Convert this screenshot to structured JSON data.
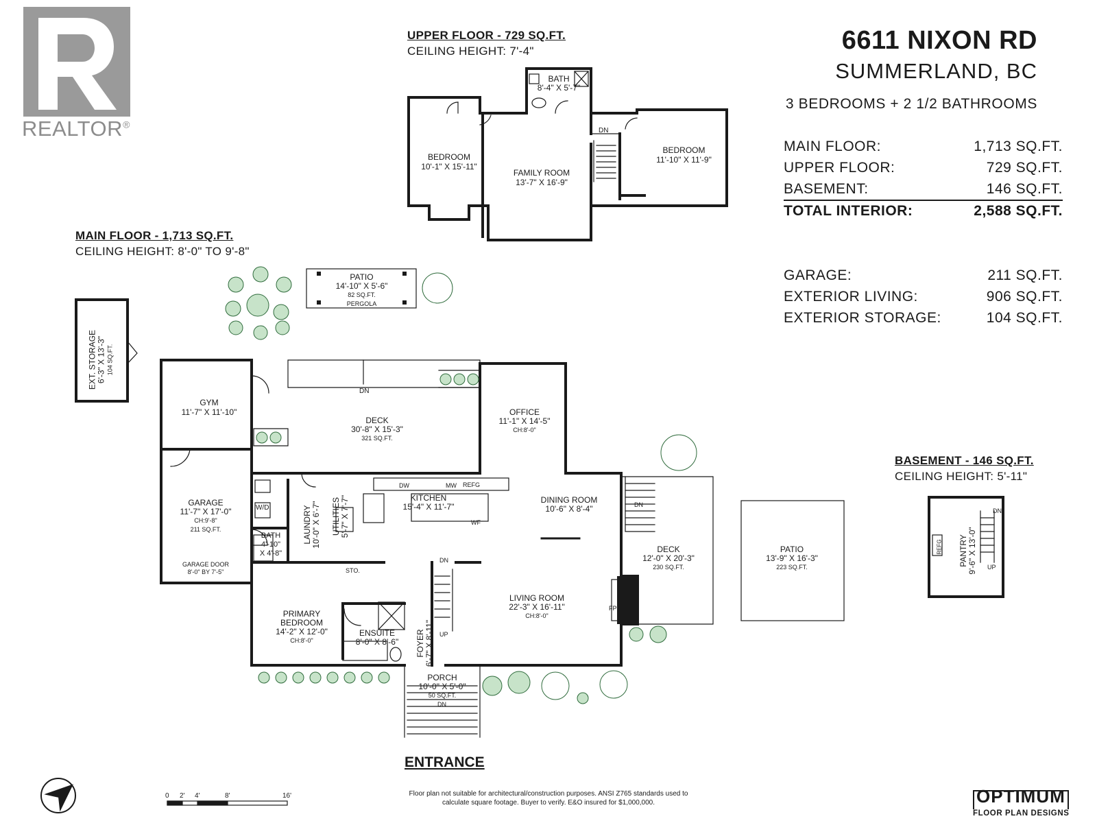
{
  "logo": {
    "text": "REALTOR",
    "mark": "®",
    "icon": "realtor-r-icon",
    "color": "#9a9a9a"
  },
  "address": {
    "line1": "6611 NIXON RD",
    "line2": "SUMMERLAND, BC",
    "line3": "3 BEDROOMS + 2 1/2 BATHROOMS"
  },
  "areas": {
    "interior": [
      {
        "label": "MAIN FLOOR:",
        "value": "1,713 SQ.FT."
      },
      {
        "label": "UPPER FLOOR:",
        "value": "729 SQ.FT."
      },
      {
        "label": "BASEMENT:",
        "value": "146 SQ.FT."
      }
    ],
    "total": {
      "label": "TOTAL INTERIOR:",
      "value": "2,588 SQ.FT."
    },
    "exterior": [
      {
        "label": "GARAGE:",
        "value": "211 SQ.FT."
      },
      {
        "label": "EXTERIOR LIVING:",
        "value": "906 SQ.FT."
      },
      {
        "label": "EXTERIOR STORAGE:",
        "value": "104 SQ.FT."
      }
    ]
  },
  "floors": {
    "upper": {
      "title": "UPPER FLOOR - 729 SQ.FT.",
      "ceiling": "CEILING HEIGHT: 7'-4\""
    },
    "main": {
      "title": "MAIN FLOOR - 1,713 SQ.FT.",
      "ceiling": "CEILING HEIGHT: 8'-0\" TO 9'-8\""
    },
    "basement": {
      "title": "BASEMENT - 146 SQ.FT.",
      "ceiling": "CEILING HEIGHT: 5'-11\""
    }
  },
  "rooms": {
    "upper_bath": [
      "BATH",
      "8'-4\" X 5'-7\""
    ],
    "upper_bedroom_left": [
      "BEDROOM",
      "10'-1\" X 15'-11\""
    ],
    "family_room": [
      "FAMILY ROOM",
      "13'-7\" X 16'-9\""
    ],
    "upper_bedroom_right": [
      "BEDROOM",
      "11'-10\" X 11'-9\""
    ],
    "patio_top": [
      "PATIO",
      "14'-10\" X 5'-6\"",
      "82 SQ.FT.",
      "PERGOLA"
    ],
    "ext_storage": [
      "EXT. STORAGE",
      "6'-3\" X 13'-3\"",
      "104 SQ.FT."
    ],
    "gym": [
      "GYM",
      "11'-7\" X 11'-10\""
    ],
    "deck_top": [
      "DECK",
      "30'-8\" X 15'-3\"",
      "321 SQ.FT."
    ],
    "office": [
      "OFFICE",
      "11'-1\" X 14'-5\"",
      "CH:8'-0\""
    ],
    "garage": [
      "GARAGE",
      "11'-7\" X 17'-0\"",
      "CH:9'-8\"",
      "211 SQ.FT."
    ],
    "garage_door": [
      "GARAGE DOOR",
      "8'-0\" BY 7'-5\""
    ],
    "laundry": [
      "LAUNDRY",
      "10'-0\" X 6'-7\""
    ],
    "utilities": [
      "UTILITIES",
      "5'-7\" X 7'-7\""
    ],
    "kitchen": [
      "KITCHEN",
      "15'-4\" X 11'-7\""
    ],
    "dining": [
      "DINING ROOM",
      "10'-6\" X 8'-4\""
    ],
    "bath_main": [
      "BATH",
      "4'-10\"",
      "X 4'-8\""
    ],
    "deck_right": [
      "DECK",
      "12'-0\" X 20'-3\"",
      "230 SQ.FT."
    ],
    "patio_right": [
      "PATIO",
      "13'-9\" X 16'-3\"",
      "223 SQ.FT."
    ],
    "primary": [
      "PRIMARY",
      "BEDROOM",
      "14'-2\" X 12'-0\"",
      "CH:8'-0\""
    ],
    "ensuite": [
      "ENSUITE",
      "8'-0\" X 8'-6\""
    ],
    "foyer": [
      "FOYER",
      "6'-7\" X 8'-11\""
    ],
    "living": [
      "LIVING ROOM",
      "22'-3\" X 16'-11\"",
      "CH:8'-0\""
    ],
    "porch": [
      "PORCH",
      "10'-0\" X 5'-0\"",
      "50 SQ.FT."
    ],
    "pantry": [
      "PANTRY",
      "9'-6\" X 13'-0\""
    ]
  },
  "fixtures": {
    "dn": "DN",
    "up": "UP",
    "wd": "W/D",
    "dw": "DW",
    "mw": "MW",
    "refg": "REFG",
    "wf": "WF",
    "sto": "STO.",
    "fp": "FP"
  },
  "entrance": "ENTRANCE",
  "scale_ticks": [
    "0",
    "2'",
    "4'",
    "8'",
    "16'"
  ],
  "north_icon": "north-arrow-icon",
  "disclaimer": "Floor plan not suitable for architectural/construction purposes. ANSI Z765 standards used to calculate square footage. Buyer to verify. E&O insured for $1,000,000.",
  "brand": {
    "name": "OPTIMUM",
    "tagline": "FLOOR PLAN DESIGNS"
  }
}
